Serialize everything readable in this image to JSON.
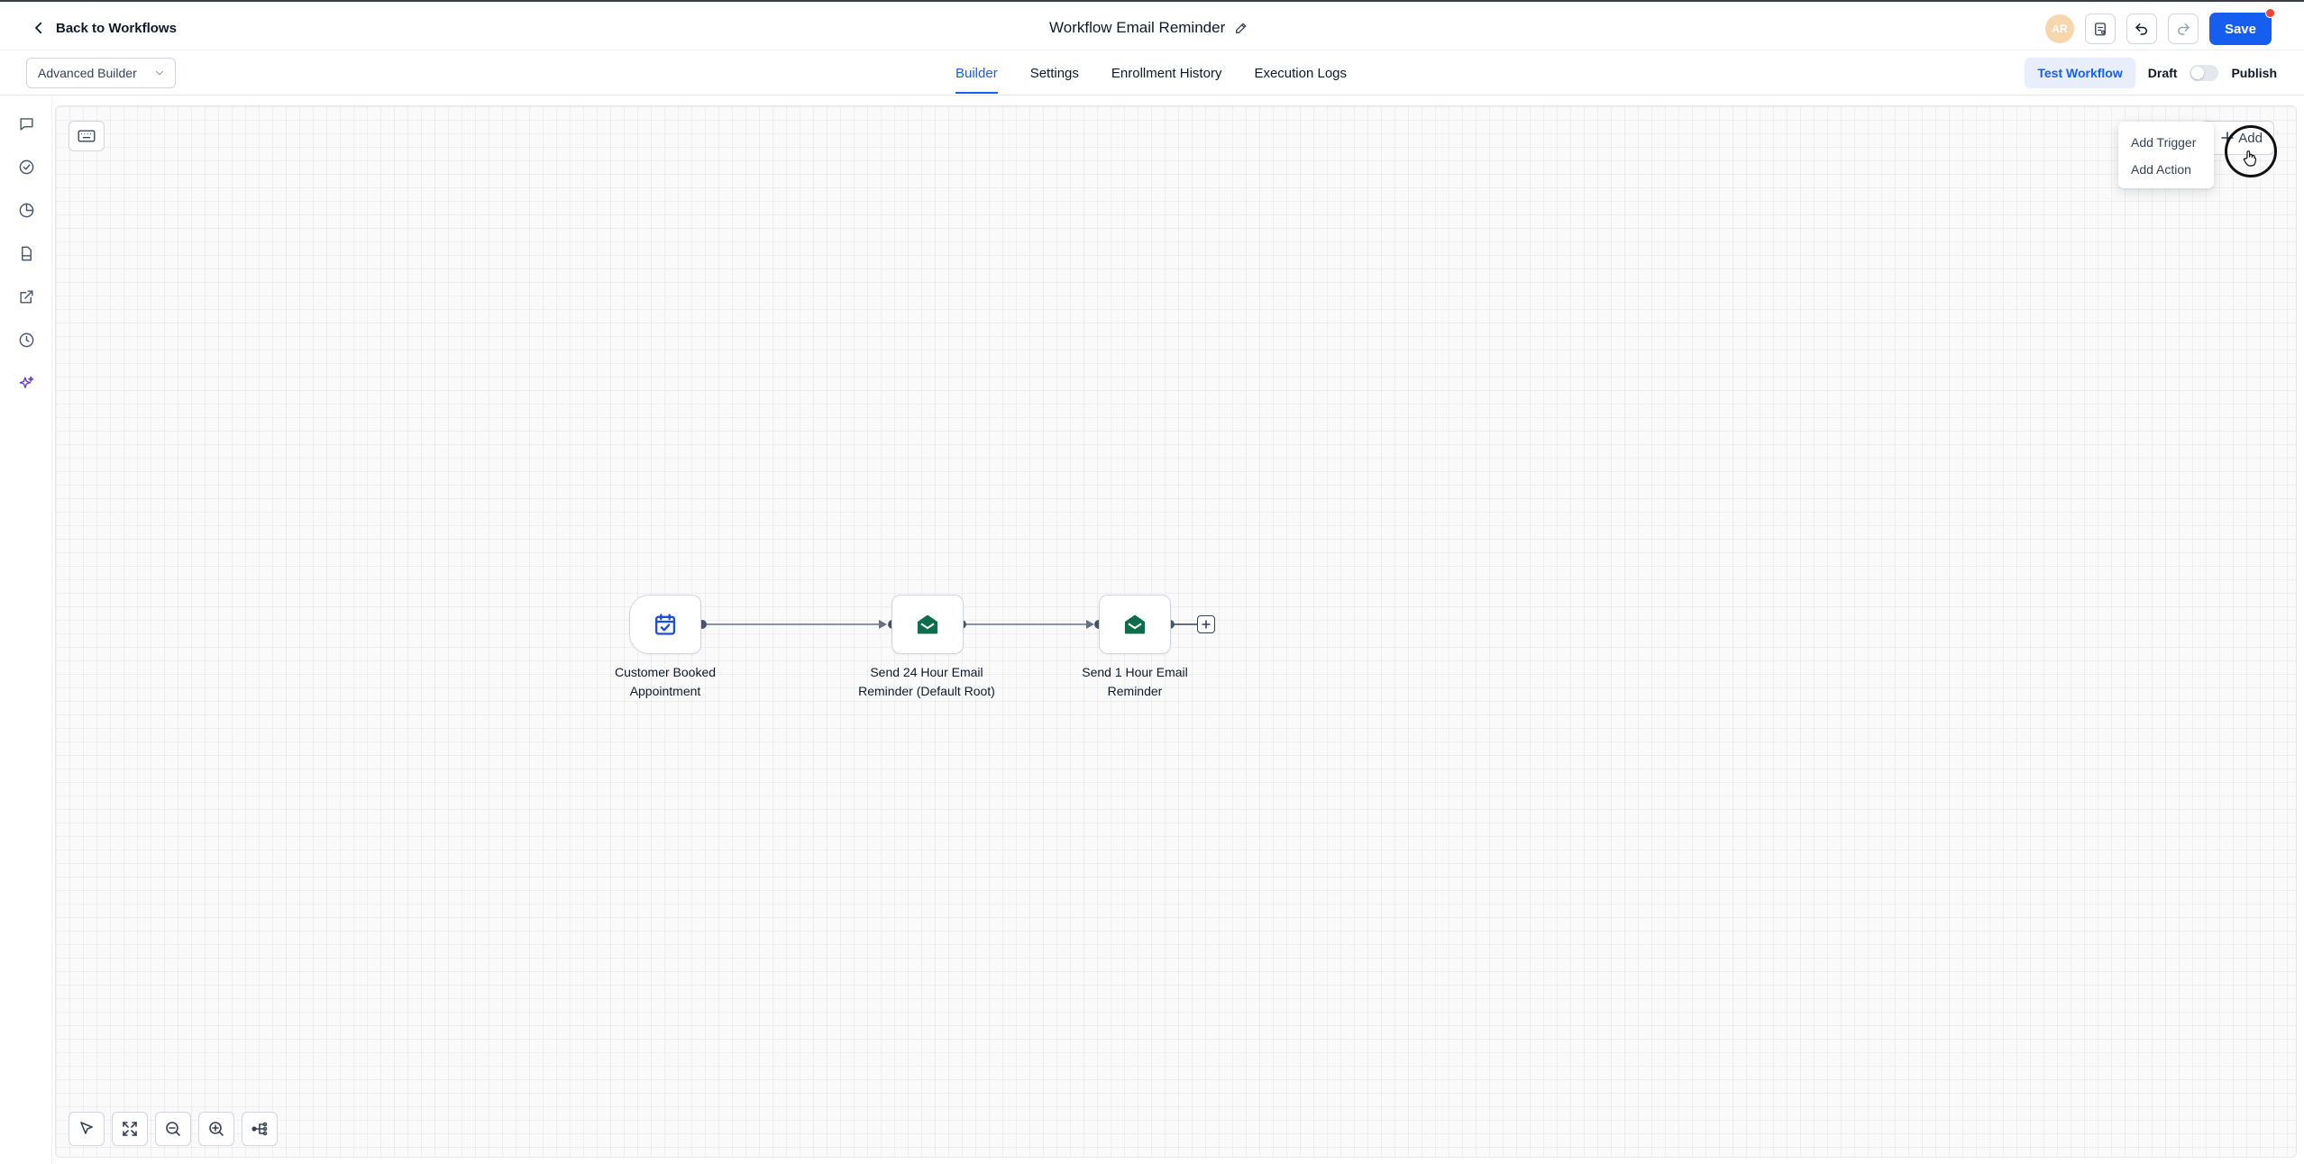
{
  "header": {
    "back_label": "Back to Workflows",
    "workflow_title": "Workflow Email Reminder",
    "avatar_initials": "AR",
    "save_label": "Save"
  },
  "subbar": {
    "builder_mode": "Advanced Builder",
    "tabs": [
      {
        "label": "Builder",
        "active": true
      },
      {
        "label": "Settings",
        "active": false
      },
      {
        "label": "Enrollment History",
        "active": false
      },
      {
        "label": "Execution Logs",
        "active": false
      }
    ],
    "test_label": "Test Workflow",
    "draft_label": "Draft",
    "publish_label": "Publish",
    "published": false
  },
  "rail": {
    "items": [
      "chat-icon",
      "check-circle-icon",
      "pie-chart-icon",
      "document-icon",
      "external-link-icon",
      "history-icon",
      "sparkles-icon"
    ]
  },
  "canvas": {
    "add_label": "Add",
    "add_menu": [
      "Add Trigger",
      "Add Action"
    ],
    "nodes": [
      {
        "label_line1": "Customer Booked",
        "label_line2": "Appointment",
        "icon": "calendar-check-icon",
        "kind": "trigger"
      },
      {
        "label_line1": "Send 24 Hour Email",
        "label_line2": "Reminder (Default Root)",
        "icon": "email-open-icon",
        "kind": "action"
      },
      {
        "label_line1": "Send 1 Hour Email",
        "label_line2": "Reminder",
        "icon": "email-open-icon",
        "kind": "action"
      }
    ],
    "controls": [
      "select-pointer-icon",
      "fit-view-icon",
      "zoom-out-icon",
      "zoom-in-icon",
      "auto-layout-icon"
    ]
  },
  "colors": {
    "primary": "#155eef",
    "email_green": "#0e6e4c",
    "trigger_blue": "#1d4ed8",
    "notification_red": "#f04438"
  }
}
